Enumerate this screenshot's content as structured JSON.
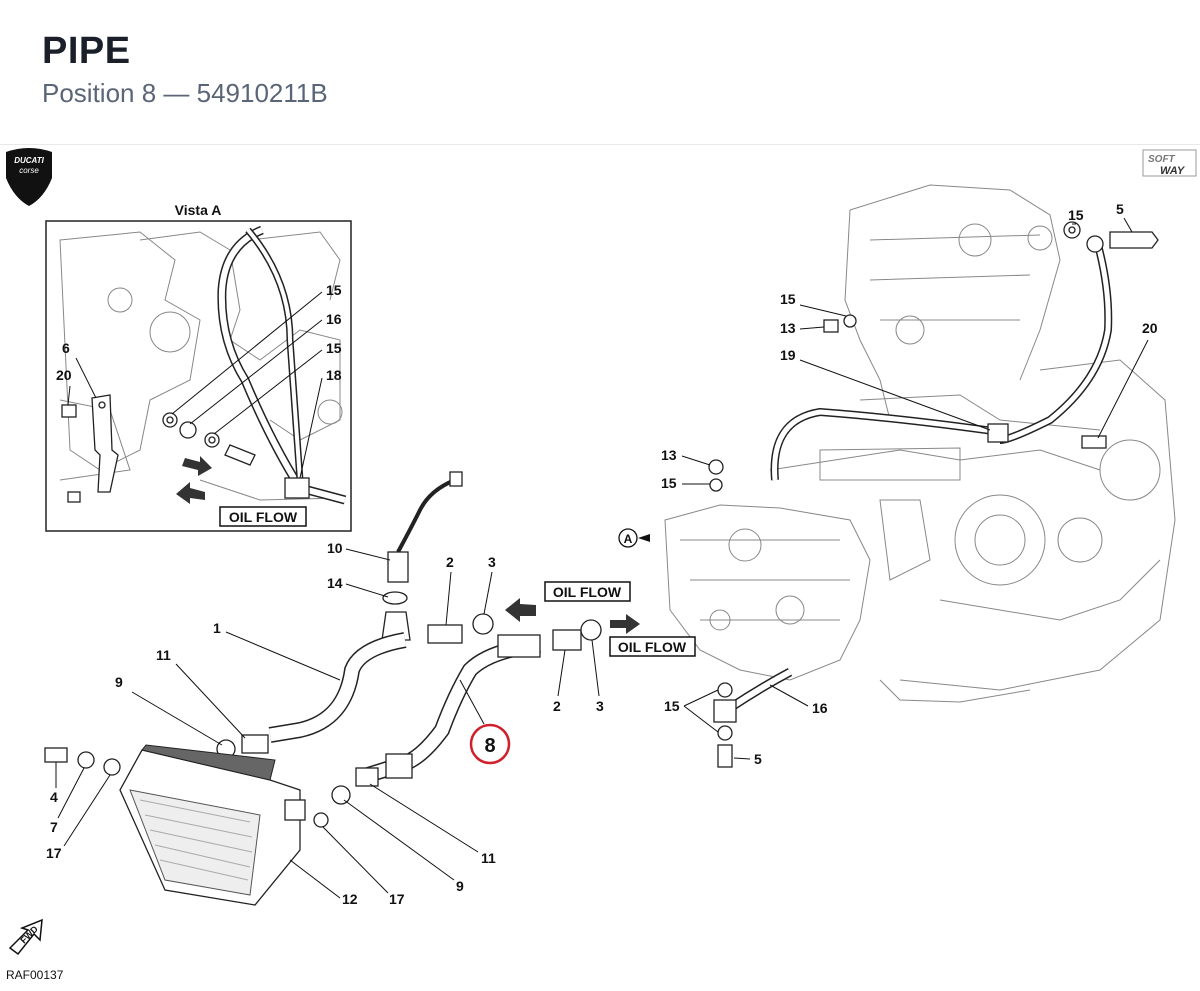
{
  "header": {
    "title": "PIPE",
    "subtitle": "Position 8 — 54910211B"
  },
  "diagram": {
    "brand_logo_text": "DUCATI corse",
    "soft_way_logo_text": "SOFT WAY",
    "inset_title": "Vista A",
    "view_marker": "A",
    "oil_flow_label": "OIL FLOW",
    "fwd_label": "FWD",
    "drawing_id": "RAF00137",
    "highlighted_position": "8",
    "highlight_color": "#d0202a",
    "inset_callouts": [
      "15",
      "16",
      "15",
      "18",
      "6",
      "20"
    ],
    "main_callouts": {
      "c1": "1",
      "c2a": "2",
      "c3a": "3",
      "c10": "10",
      "c14": "14",
      "c2b": "2",
      "c3b": "3",
      "c11a": "11",
      "c9a": "9",
      "c4": "4",
      "c7": "7",
      "c17a": "17",
      "c12": "12",
      "c17b": "17",
      "c9b": "9",
      "c11b": "11",
      "c15a": "15",
      "c5a": "5",
      "c15b": "15",
      "c13a": "13",
      "c19": "19",
      "c20": "20",
      "c13b": "13",
      "c15c": "15",
      "c15d": "15",
      "c16": "16",
      "c5b": "5"
    }
  }
}
